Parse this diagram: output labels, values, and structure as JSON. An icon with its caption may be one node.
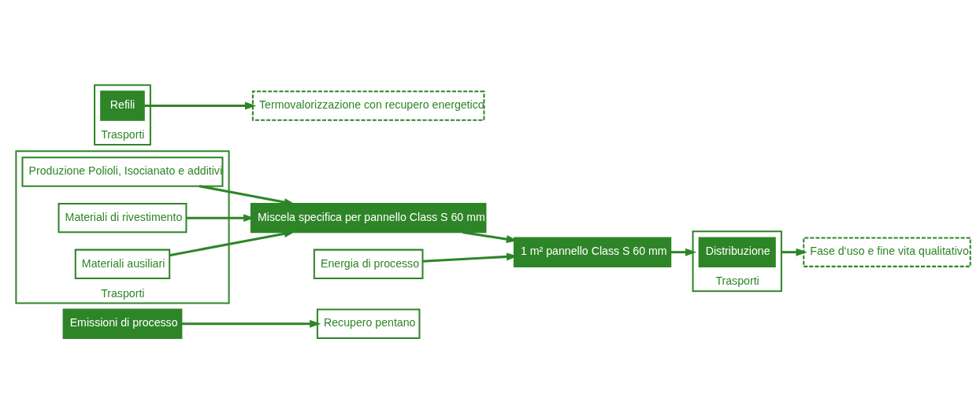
{
  "diagram": {
    "nodes": [
      {
        "text": [
          "Recupero pentano"
        ]
      },
      {
        "text": [
          "Emissioni di processo"
        ]
      },
      {
        "text": [
          "Trasporti"
        ]
      },
      {
        "text": [
          "Produzione Polioli, Isocianato e additivi"
        ],
        "in": 2
      },
      {
        "text": [
          "Materiali di rivestimento"
        ],
        "in": 2
      },
      {
        "text": [
          "Materiali ausiliari"
        ],
        "in": 2
      },
      {
        "text": [
          "Miscela specifica per pannello Class S 60 mm"
        ]
      },
      {
        "text": [
          "1 m² pannello Class S 60 mm"
        ]
      },
      {
        "text": [
          "Energia di processo"
        ]
      },
      {
        "text": [
          "Trasporti"
        ]
      },
      {
        "text": [
          "Distribuzione"
        ],
        "in": 9
      },
      {
        "text": [
          "Fase d‘uso e fine vita qualitativo"
        ]
      },
      {
        "text": [
          "Trasporti"
        ]
      },
      {
        "text": [
          "Refili"
        ],
        "in": 12
      },
      {
        "text": [
          "Termovalorizzazione con recupero energetico"
        ]
      }
    ],
    "edges": [
      {
        "from": 1,
        "to": 0,
        "arrow": "to"
      },
      {
        "from": 3,
        "to": 6,
        "arrow": "to"
      },
      {
        "from": 4,
        "to": 6,
        "arrow": "to"
      },
      {
        "from": 5,
        "to": 6,
        "arrow": "to"
      },
      {
        "from": 6,
        "to": 7,
        "arrow": "to"
      },
      {
        "from": 8,
        "to": 7,
        "arrow": "to"
      },
      {
        "from": 7,
        "to": 9,
        "arrow": "to"
      },
      {
        "from": 9,
        "to": 11,
        "arrow": "to"
      },
      {
        "from": 13,
        "to": 14,
        "arrow": "to"
      }
    ]
  }
}
